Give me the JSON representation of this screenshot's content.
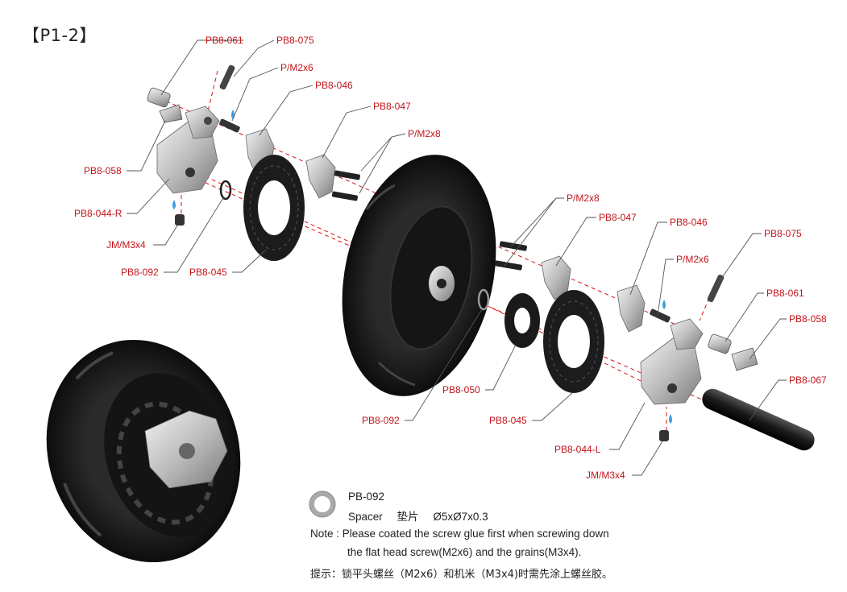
{
  "page_label": "【P1-2】",
  "callouts": {
    "top_left_061": "PB8-061",
    "top_left_075": "PB8-075",
    "top_left_m2x6": "P/M2x6",
    "top_left_046": "PB8-046",
    "top_left_047": "PB8-047",
    "top_left_m2x8": "P/M2x8",
    "left_058": "PB8-058",
    "left_044r": "PB8-044-R",
    "left_jm": "JM/M3x4",
    "left_092": "PB8-092",
    "left_045": "PB8-045",
    "right_m2x8": "P/M2x8",
    "right_047": "PB8-047",
    "right_046": "PB8-046",
    "right_075": "PB8-075",
    "right_m2x6": "P/M2x6",
    "right_061": "PB8-061",
    "right_058": "PB8-058",
    "right_067": "PB8-067",
    "mid_050": "PB8-050",
    "mid_092": "PB8-092",
    "mid_045": "PB8-045",
    "right_044l": "PB8-044-L",
    "right_jm": "JM/M3x4"
  },
  "spacer": {
    "part_no": "PB-092",
    "name": "Spacer",
    "name_cn": "垫片",
    "size": "Ø5xØ7x0.3"
  },
  "note": {
    "line1": "Note : Please coated the screw glue first when screwing down",
    "line2": "the flat head screw(M2x6) and the grains(M3x4).",
    "line3": "提示：锁平头螺丝（M2x6）和机米（M3x4)时需先涂上螺丝胶。"
  }
}
